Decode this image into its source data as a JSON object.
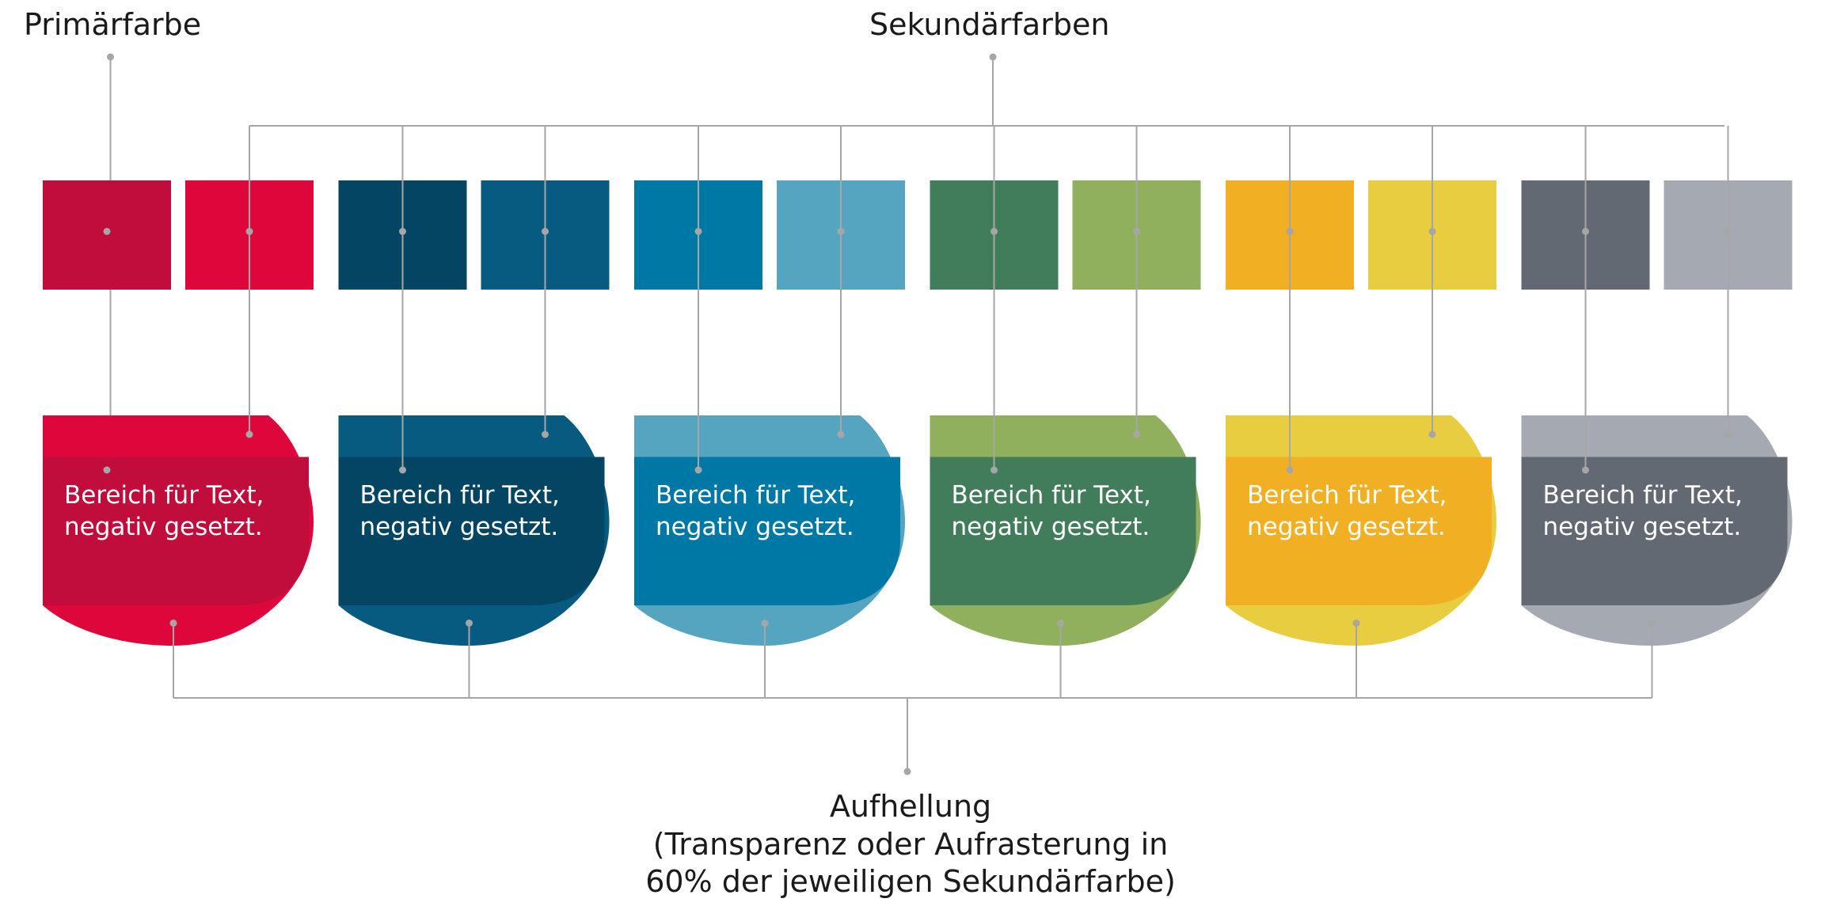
{
  "labels": {
    "primary": "Primärfarbe",
    "secondary": "Sekundärfarben",
    "bottom": [
      "Aufhellung",
      "(Transparenz oder Aufrasterung in",
      "60% der jeweiligen Sekundärfarbe)"
    ]
  },
  "tag_text": [
    "Bereich für Text,",
    "negativ gesetzt."
  ],
  "groups": [
    {
      "name": "red",
      "dark": "#c00d3c",
      "light": "#de073b"
    },
    {
      "name": "navy",
      "dark": "#044563",
      "light": "#075b80"
    },
    {
      "name": "blue",
      "dark": "#0078a6",
      "light": "#55a5c0"
    },
    {
      "name": "green",
      "dark": "#427d5b",
      "light": "#91b05d"
    },
    {
      "name": "yellow",
      "dark": "#f1b023",
      "light": "#e8cd40"
    },
    {
      "name": "gray",
      "dark": "#636973",
      "light": "#a5a9b1"
    }
  ],
  "connector_color": "#a6a6a6"
}
